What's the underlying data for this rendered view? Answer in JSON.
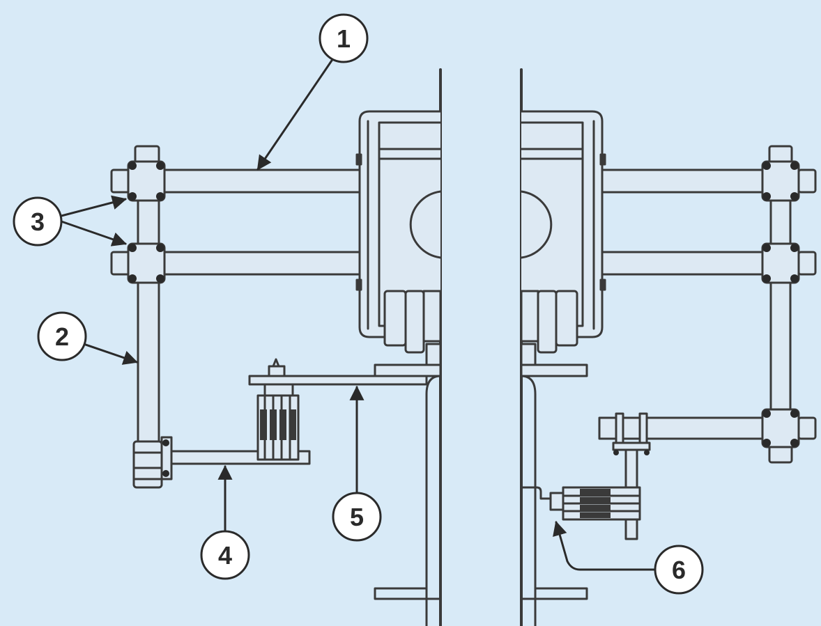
{
  "diagram": {
    "background_color": "#d8eaf7",
    "line_color": "#3a3a3a",
    "fill_color": "#dde9f3",
    "callouts": [
      {
        "label": "1"
      },
      {
        "label": "2"
      },
      {
        "label": "3"
      },
      {
        "label": "4"
      },
      {
        "label": "5"
      },
      {
        "label": "6"
      }
    ]
  }
}
